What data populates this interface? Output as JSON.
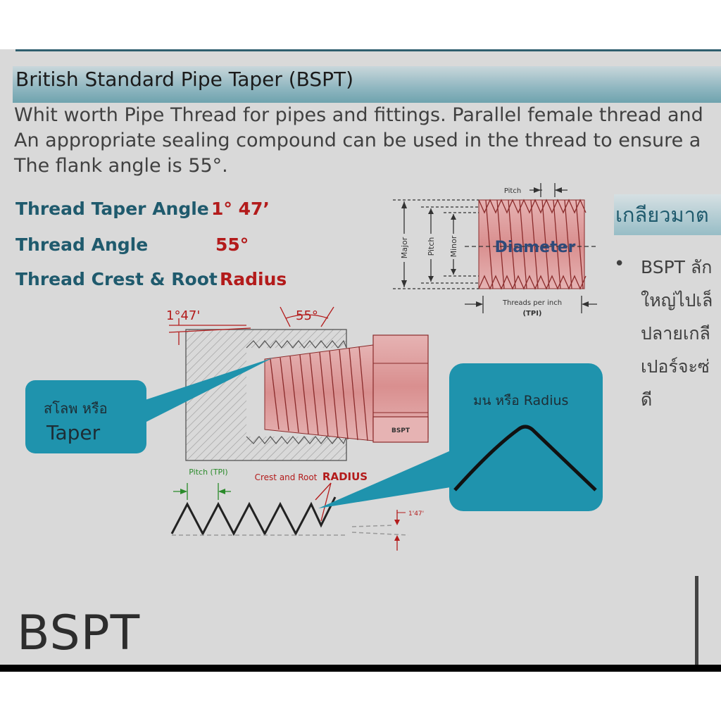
{
  "header": {
    "title": "British Standard Pipe Taper (BSPT)"
  },
  "description": [
    "Whit worth Pipe Thread for pipes and fittings. Parallel female thread and",
    "An appropriate sealing compound can be used in the thread to ensure a",
    "The flank angle is 55°."
  ],
  "specs": [
    {
      "label": "Thread Taper Angle",
      "value": "1° 47’"
    },
    {
      "label": "Thread Angle",
      "value": "55°"
    },
    {
      "label": "Thread Crest & Root",
      "value": "Radius"
    }
  ],
  "diagram": {
    "pitch_top": "Pitch",
    "major": "Major",
    "pitch_side": "Pitch",
    "minor": "Minor",
    "diameter": "Diameter",
    "threads_per_inch": "Threads per inch",
    "tpi": "(TPI)",
    "angle_147": "1°47'",
    "angle_55": "55°",
    "bspt_tag": "BSPT",
    "pitch_tpi": "Pitch (TPI)",
    "crest_root": "Crest and Root",
    "radius_word": "RADIUS",
    "small_147": "1'47'"
  },
  "callouts": {
    "taper_thai": "สโลพ หรือ",
    "taper_en": "Taper",
    "radius": "มน หรือ Radius"
  },
  "thai_panel": {
    "heading": "เกลียวมาต",
    "lines": [
      "BSPT ลัก",
      "ใหญ่ไปเล็",
      "ปลายเกลี",
      "เปอร์จะซ่",
      "ดี"
    ]
  },
  "footer_label": "BSPT",
  "colors": {
    "background": "#d9d9d9",
    "heading_teal": "#1f5a6d",
    "accent_red": "#b31b1b",
    "callout_blue": "#1f93ad",
    "thread_pink": "#d99a9a"
  }
}
